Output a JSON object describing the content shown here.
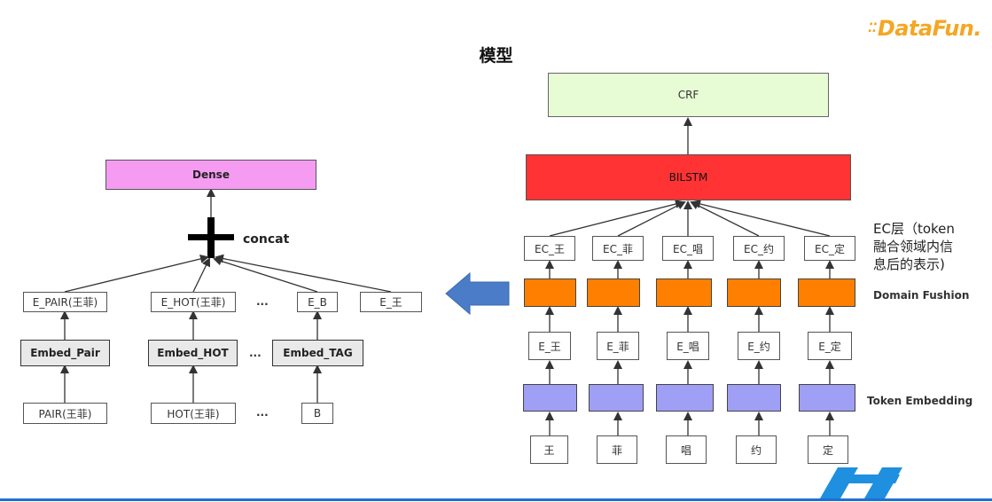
{
  "title": "模型",
  "logo": {
    "text": "DataFun."
  },
  "left": {
    "dense": "Dense",
    "concat": "concat",
    "embeddings": [
      "E_PAIR(王菲)",
      "E_HOT(王菲)",
      "E_B",
      "E_王"
    ],
    "embed_layers": [
      "Embed_Pair",
      "Embed_HOT",
      "Embed_TAG"
    ],
    "inputs": [
      "PAIR(王菲)",
      "HOT(王菲)",
      "B"
    ],
    "ellipsis": "..."
  },
  "right": {
    "crf": "CRF",
    "bilstm": "BILSTM",
    "ec": [
      "EC_王",
      "EC_菲",
      "EC_唱",
      "EC_约",
      "EC_定"
    ],
    "e": [
      "E_王",
      "E_菲",
      "E_唱",
      "E_约",
      "E_定"
    ],
    "tokens": [
      "王",
      "菲",
      "唱",
      "约",
      "定"
    ]
  },
  "annotations": {
    "ec_layer_line1": "EC层（token",
    "ec_layer_line2": "融合领域内信",
    "ec_layer_line3": "息后的表示)",
    "domain_fushion": "Domain Fushion",
    "token_embedding": "Token Embedding"
  },
  "colors": {
    "dense": "#f59cf2",
    "crf": "#e7fbd5",
    "bilstm": "#ff3333",
    "domain": "#ff8000",
    "token_embed": "#9f9ff5",
    "arrow_fill": "#4a7cc7",
    "bottom_line": "#1f6fd6"
  }
}
